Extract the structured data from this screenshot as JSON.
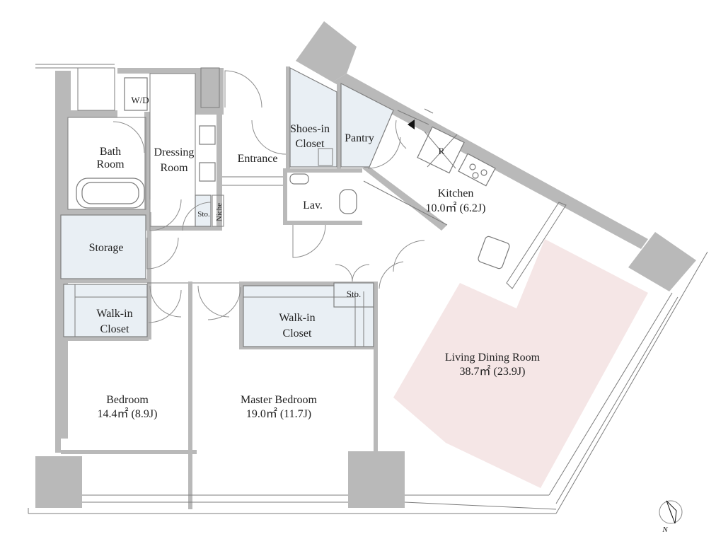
{
  "rooms": {
    "wd": "W/D",
    "bath_line1": "Bath",
    "bath_line2": "Room",
    "dressing_line1": "Dressing",
    "dressing_line2": "Room",
    "entrance": "Entrance",
    "shoes_line1": "Shoes-in",
    "shoes_line2": "Closet",
    "pantry": "Pantry",
    "fridge": "R",
    "kitchen_name": "Kitchen",
    "kitchen_area": "10.0㎡ (6.2J)",
    "lav": "Lav.",
    "sto_small": "Sto.",
    "niche": "Niche",
    "storage": "Storage",
    "walkin1_line1": "Walk-in",
    "walkin1_line2": "Closet",
    "walkin2_line1": "Walk-in",
    "walkin2_line2": "Closet",
    "sto2": "Sto.",
    "living_name": "Living Dining Room",
    "living_area": "38.7㎡ (23.9J)",
    "bedroom_name": "Bedroom",
    "bedroom_area": "14.4㎡ (8.9J)",
    "master_name": "Master Bedroom",
    "master_area": "19.0㎡ (11.7J)"
  },
  "compass": {
    "label": "N"
  },
  "colors": {
    "wall": "#b9b9b9",
    "closet": "#e9eff4",
    "living_highlight": "#f5e6e6"
  }
}
